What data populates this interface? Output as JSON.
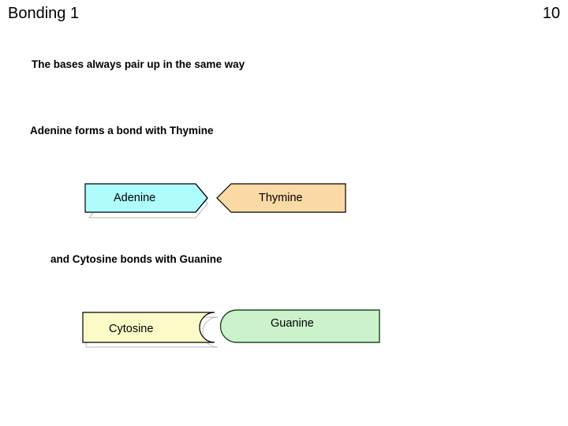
{
  "slide": {
    "title": "Bonding 1",
    "number": "10",
    "background_color": "#ffffff",
    "text_color": "#000000"
  },
  "body_lines": [
    {
      "id": "line-1",
      "text": "The bases always pair up in the same way"
    },
    {
      "id": "line-2",
      "text": "Adenine forms a bond with Thymine"
    },
    {
      "id": "line-3",
      "text": "and Cytosine bonds with Guanine"
    }
  ],
  "pairs": [
    {
      "name": "adenine-thymine",
      "left": {
        "label": "Adenine",
        "fill": "#aefcfc",
        "stroke": "#000000",
        "shape": "right-arrow-tail"
      },
      "right": {
        "label": "Thymine",
        "fill": "#fbd9a5",
        "stroke": "#000000",
        "shape": "left-chevron"
      }
    },
    {
      "name": "cytosine-guanine",
      "left": {
        "label": "Cytosine",
        "fill": "#fcfbc8",
        "stroke": "#000000",
        "shape": "rect-with-concave-notch"
      },
      "right": {
        "label": "Guanine",
        "fill": "#ccf2cc",
        "stroke": "#1b4a1b",
        "shape": "round-left-end-rect"
      }
    }
  ]
}
